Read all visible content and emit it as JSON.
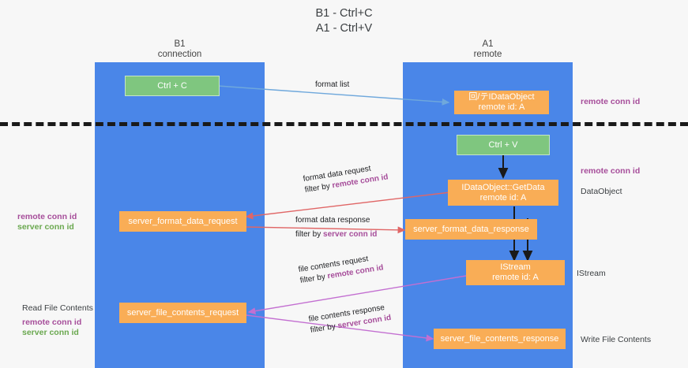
{
  "title": {
    "line1": "B1 - Ctrl+C",
    "line2": "A1 - Ctrl+V"
  },
  "lanes": [
    {
      "name": "B1",
      "role": "connection"
    },
    {
      "name": "A1",
      "role": "remote"
    }
  ],
  "nodes": {
    "ctrl_c": {
      "label": "Ctrl + C"
    },
    "idataobject": {
      "line1": "回/テIDataObject",
      "line2": "remote id: A"
    },
    "ctrl_v": {
      "label": "Ctrl + V"
    },
    "getdata": {
      "line1": "IDataObject::GetData",
      "line2": "remote id: A"
    },
    "format_request": {
      "label": "server_format_data_request"
    },
    "format_response": {
      "label": "server_format_data_response"
    },
    "istream": {
      "line1": "IStream",
      "line2": "remote id: A"
    },
    "file_request": {
      "label": "server_file_contents_request"
    },
    "file_response": {
      "label": "server_file_contents_response"
    }
  },
  "edges": {
    "format_list": {
      "line1": "format list"
    },
    "format_data_request": {
      "line1": "format data request",
      "prefix": "filter by ",
      "highlight": "remote conn id"
    },
    "format_data_response": {
      "line1": "format data response",
      "prefix": "filter by ",
      "highlight": "server conn id"
    },
    "file_contents_request": {
      "line1": "file contents request",
      "prefix": "filter by ",
      "highlight": "remote conn id"
    },
    "file_contents_response": {
      "line1": "file contents response",
      "prefix": "filter by ",
      "highlight": "server conn id"
    }
  },
  "annotations": {
    "right_remote_conn_top": "remote conn id",
    "right_remote_conn_mid": "remote conn id",
    "right_dataobject": "DataObject",
    "right_istream": "IStream",
    "right_write_file": "Write File Contents",
    "left_remote_conn": "remote conn id",
    "left_server_conn": "server conn id",
    "left_read_file": "Read File Contents",
    "left_remote_conn_2": "remote conn id",
    "left_server_conn_2": "server conn id"
  },
  "colors": {
    "lane": "#4a86e8",
    "green_node": "#7fc67f",
    "orange_node": "#f9ad56",
    "purple": "#a64d9a",
    "green_text": "#6aa84f",
    "red_arrow": "#e06666",
    "magenta_arrow": "#c36fd1",
    "blue_arrow": "#6fa8dc",
    "dark_arrow": "#1a1a1a"
  }
}
